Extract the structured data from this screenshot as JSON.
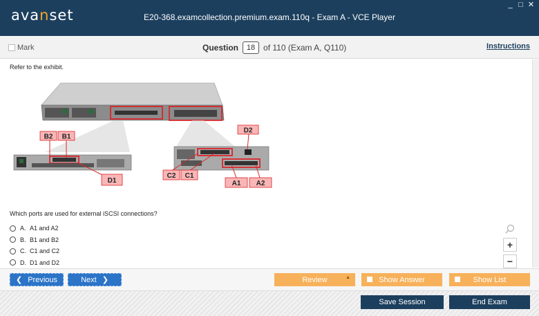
{
  "titlebar": {
    "logo_text_a": "ava",
    "logo_text_b": "n",
    "logo_text_c": "set",
    "window_title": "E20-368.examcollection.premium.exam.110q - Exam A - VCE Player",
    "minimize_glyph": "_",
    "maximize_glyph": "□",
    "close_glyph": "✕"
  },
  "question_bar": {
    "mark_label": "Mark",
    "question_label": "Question",
    "question_number": "18",
    "of_text": "of 110 (Exam A, Q110)",
    "instructions_label": "Instructions"
  },
  "content": {
    "refer_text": "Refer to the exhibit.",
    "exhibit_labels": {
      "b2": "B2",
      "b1": "B1",
      "d1": "D1",
      "d2": "D2",
      "c2": "C2",
      "c1": "C1",
      "a1": "A1",
      "a2": "A2"
    },
    "question_text": "Which ports are used for external iSCSI connections?",
    "options": [
      {
        "letter": "A.",
        "text": "A1 and A2"
      },
      {
        "letter": "B.",
        "text": "B1 and B2"
      },
      {
        "letter": "C.",
        "text": "C1 and C2"
      },
      {
        "letter": "D.",
        "text": "D1 and D2"
      }
    ],
    "zoom_in": "+",
    "zoom_out": "−"
  },
  "buttons": {
    "previous": "Previous",
    "next": "Next",
    "review": "Review",
    "show_answer": "Show Answer",
    "show_list": "Show List",
    "save_session": "Save Session",
    "end_exam": "End Exam",
    "prev_chevron": "❮",
    "next_chevron": "❯",
    "review_arrow": "▲"
  },
  "colors": {
    "titlebar": "#1c3f5e",
    "nav_button": "#2b74c7",
    "orange_button": "#f7b15a",
    "dark_button": "#1c3f5e",
    "exhibit_highlight": "#d9262b",
    "exhibit_label_fill": "#f9b6b6"
  },
  "icons": {
    "zoom_search": "search-icon",
    "window_controls": [
      "minimize-icon",
      "maximize-icon",
      "close-icon"
    ]
  }
}
